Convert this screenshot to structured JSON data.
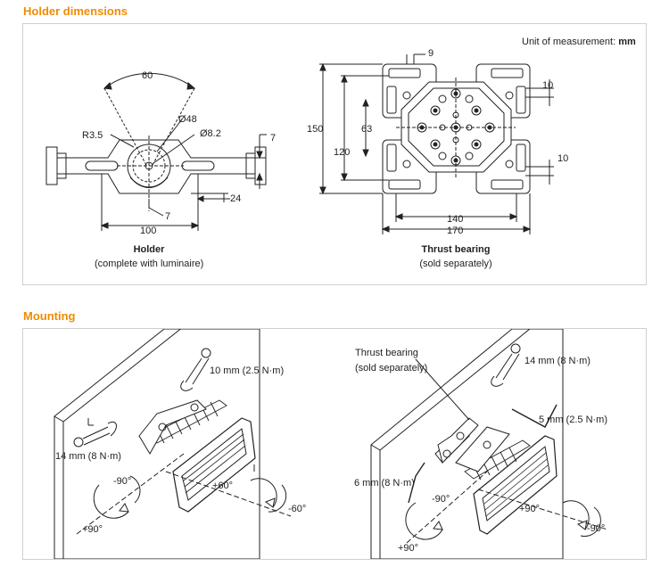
{
  "sections": {
    "holder_dimensions_title": "Holder dimensions",
    "mounting_title": "Mounting"
  },
  "unit": {
    "prefix": "Unit of measurement: ",
    "value": "mm"
  },
  "holder": {
    "dims": {
      "angle": "60",
      "radius": "R3.5",
      "d48": "Ø48",
      "d82": "Ø8.2",
      "seven_right": "7",
      "seven_bottom": "7",
      "twenty_four": "24",
      "hundred": "100"
    },
    "caption_title": "Holder",
    "caption_sub": "(complete with luminaire)"
  },
  "thrust": {
    "dims": {
      "nine": "9",
      "ten_top": "10",
      "ten_bottom": "10",
      "one_fifty": "150",
      "one_twenty": "120",
      "sixty_three": "63",
      "one_forty": "140",
      "one_seventy": "170"
    },
    "caption_title": "Thrust bearing",
    "caption_sub": "(sold separately)"
  },
  "mount_left": {
    "wrench_10": "10 mm (2.5 N·m)",
    "wrench_14": "14 mm (8 N·m)",
    "angle_m90": "-90°",
    "angle_p90": "+90°",
    "angle_p60": "+60°",
    "angle_m60": "-60°"
  },
  "mount_right": {
    "thrust_label_1": "Thrust bearing",
    "thrust_label_2": "(sold separately)",
    "wrench_14": "14 mm (8 N·m)",
    "hex_5": "5 mm (2.5 N·m)",
    "hex_6": "6 mm (8 N·m)",
    "angle_m90": "-90°",
    "angle_p90": "+90°",
    "angle_p90_b": "+90°",
    "angle_m90_b": "-90°"
  }
}
